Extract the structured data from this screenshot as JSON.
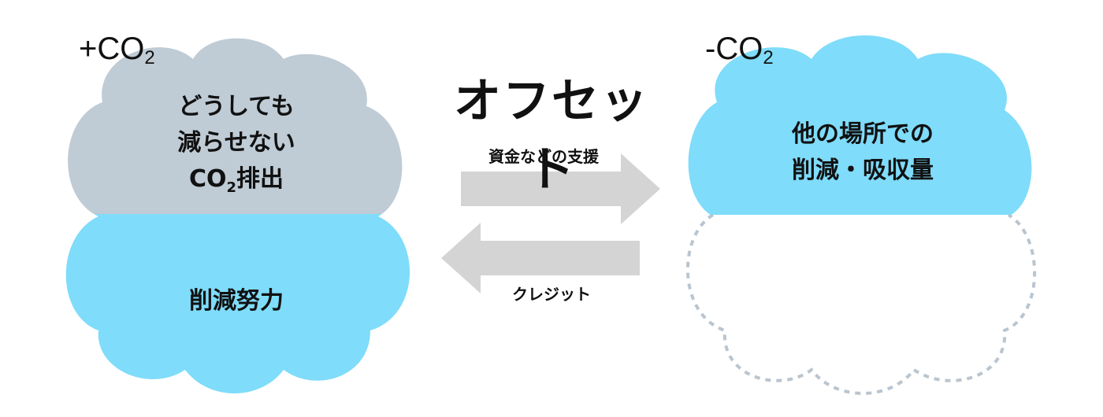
{
  "left": {
    "header": {
      "prefix": "+CO",
      "sub": "2"
    },
    "upper_cloud": {
      "line1": "どうしても",
      "line2": "減らせない",
      "line3_a": "CO",
      "line3_sub": "2",
      "line3_b": "排出"
    },
    "lower_cloud": {
      "text": "削減努力"
    }
  },
  "center": {
    "title": "オフセット",
    "arrow_right_label": "資金などの支援",
    "arrow_left_label": "クレジット"
  },
  "right": {
    "header": {
      "prefix": "-CO",
      "sub": "2"
    },
    "upper_cloud": {
      "line1": "他の場所での",
      "line2": "削減・吸収量"
    }
  },
  "colors": {
    "gray_cloud": "#bfcbd5",
    "blue_cloud": "#7fdcfa",
    "arrow": "#d4d4d4",
    "dashed": "#b9c5cf"
  }
}
